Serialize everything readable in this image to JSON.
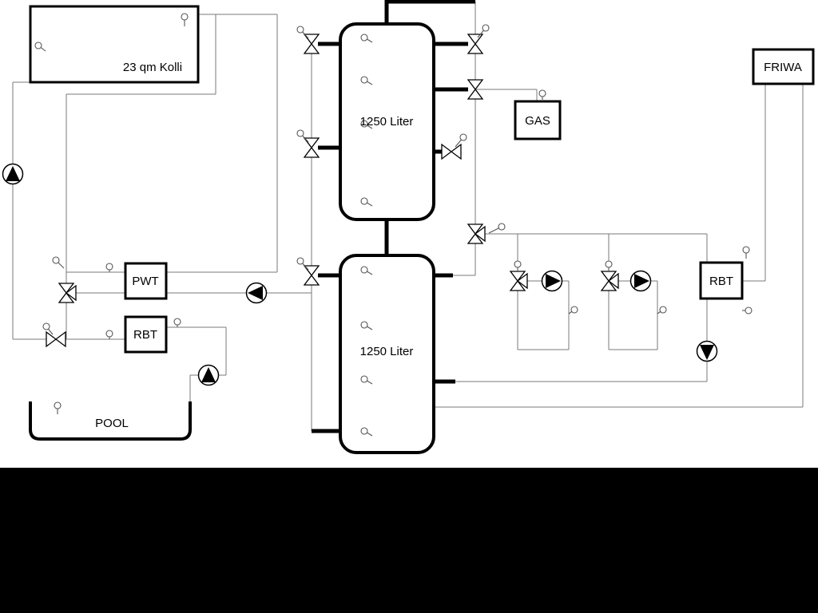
{
  "diagram": {
    "type": "hydraulic-schematic",
    "labels": {
      "collector": "23 qm Kolli",
      "tank_top": "1250 Liter",
      "tank_bottom": "1250 Liter",
      "gas": "GAS",
      "friwa": "FRIWA",
      "pwt": "PWT",
      "rbt_left": "RBT",
      "rbt_right": "RBT",
      "pool": "POOL"
    },
    "colors": {
      "background": "#ffffff",
      "thin-line": "#7a7a7a",
      "thick-line": "#000000",
      "bottom-band": "#000000"
    },
    "symbols": {
      "pumps": 6,
      "valves": 11,
      "sensors": 29
    }
  }
}
